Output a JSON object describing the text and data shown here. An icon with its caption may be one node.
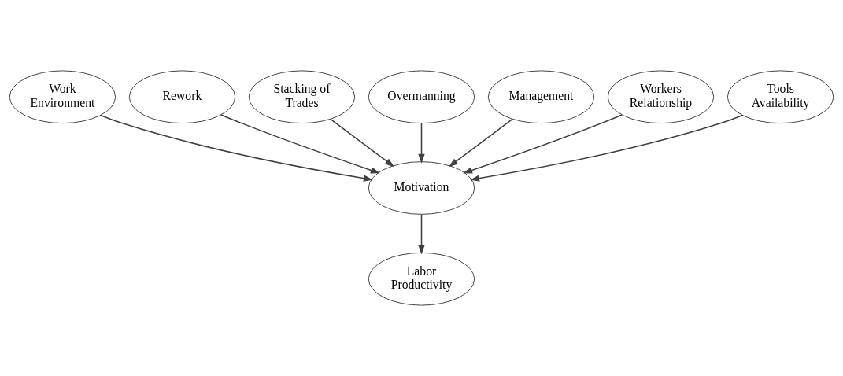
{
  "diagram": {
    "nodes": [
      {
        "text": [
          "Overmanning"
        ]
      },
      {
        "text": [
          "Stacking of Trades"
        ]
      },
      {
        "text": [
          "Management"
        ]
      },
      {
        "text": [
          "Rework"
        ]
      },
      {
        "text": [
          "Workers Relationship"
        ]
      },
      {
        "text": [
          "Motivation"
        ]
      },
      {
        "text": [
          "Tools Availability"
        ]
      },
      {
        "text": [
          "Work Environment"
        ]
      },
      {
        "text": [
          "Labor Productivity"
        ]
      }
    ],
    "edges": [
      {
        "from": 7,
        "to": 5,
        "arrow": "to"
      },
      {
        "from": 3,
        "to": 5,
        "arrow": "to"
      },
      {
        "from": 1,
        "to": 5,
        "arrow": "to"
      },
      {
        "from": 0,
        "to": 5,
        "arrow": "to"
      },
      {
        "from": 2,
        "to": 5,
        "arrow": "to"
      },
      {
        "from": 4,
        "to": 5,
        "arrow": "to"
      },
      {
        "from": 6,
        "to": 5,
        "arrow": "to"
      },
      {
        "from": 5,
        "to": 8,
        "arrow": "to"
      }
    ]
  }
}
